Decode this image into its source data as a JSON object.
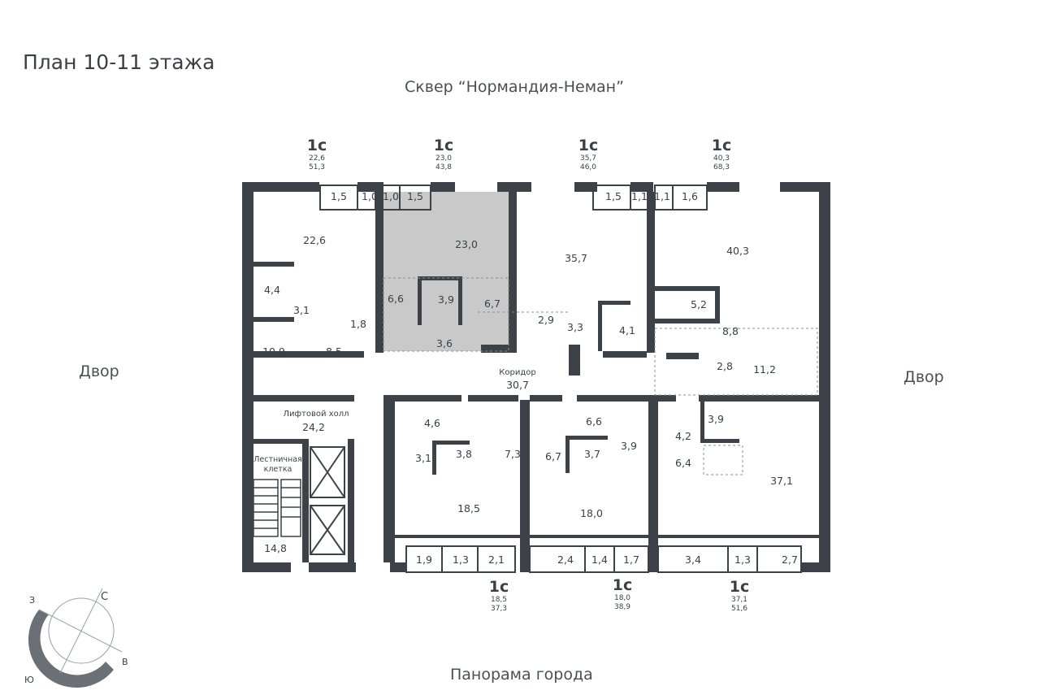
{
  "title": "План 10-11 этажа",
  "labels": {
    "top": "Сквер “Нормандия-Неман”",
    "left": "Двор",
    "right": "Двор",
    "bottom": "Панорама города"
  },
  "units_top": [
    {
      "type": "1с",
      "living": "22,6",
      "total": "51,3"
    },
    {
      "type": "1с",
      "living": "23,0",
      "total": "43,8"
    },
    {
      "type": "1с",
      "living": "35,7",
      "total": "46,0"
    },
    {
      "type": "1с",
      "living": "40,3",
      "total": "68,3"
    }
  ],
  "units_bottom": [
    {
      "type": "1с",
      "living": "18,5",
      "total": "37,3"
    },
    {
      "type": "1с",
      "living": "18,0",
      "total": "38,9"
    },
    {
      "type": "1с",
      "living": "37,1",
      "total": "51,6"
    }
  ],
  "rooms": {
    "balcony_top": [
      "1,5",
      "1,0",
      "1,0",
      "1,5",
      "1,5",
      "1,1",
      "1,1",
      "1,6"
    ],
    "balcony_bottom": [
      "1,9",
      "1,3",
      "2,1",
      "2,4",
      "1,4",
      "1,7",
      "3,4",
      "1,3",
      "2,7"
    ],
    "a1": [
      "22,6",
      "4,4",
      "3,1",
      "1,8",
      "10,9",
      "8,5"
    ],
    "a2": [
      "23,0",
      "6,6",
      "3,9",
      "6,7",
      "3,6"
    ],
    "a3": [
      "35,7",
      "2,9",
      "3,3",
      "4,1"
    ],
    "a4": [
      "40,3",
      "5,2",
      "8,8",
      "2,8",
      "11,2"
    ],
    "b1": [
      "4,6",
      "3,1",
      "3,8",
      "7,3",
      "18,5"
    ],
    "b2": [
      "6,6",
      "6,7",
      "3,7",
      "3,9",
      "18,0"
    ],
    "b3": [
      "3,9",
      "4,2",
      "6,4",
      "37,1"
    ],
    "corridor_label": "Коридор",
    "corridor_area": "30,7",
    "lift_hall_label": "Лифтовой холл",
    "lift_hall_area": "24,2",
    "stair_label_1": "Лестничная",
    "stair_label_2": "клетка",
    "stair_area": "14,8"
  },
  "compass": {
    "n": "С",
    "w": "З",
    "s": "Ю",
    "e": "В"
  },
  "colors": {
    "wall": "#3d4249",
    "highlight": "#c9c9c9",
    "text": "#3b4048",
    "line": "#9aa0a6"
  }
}
